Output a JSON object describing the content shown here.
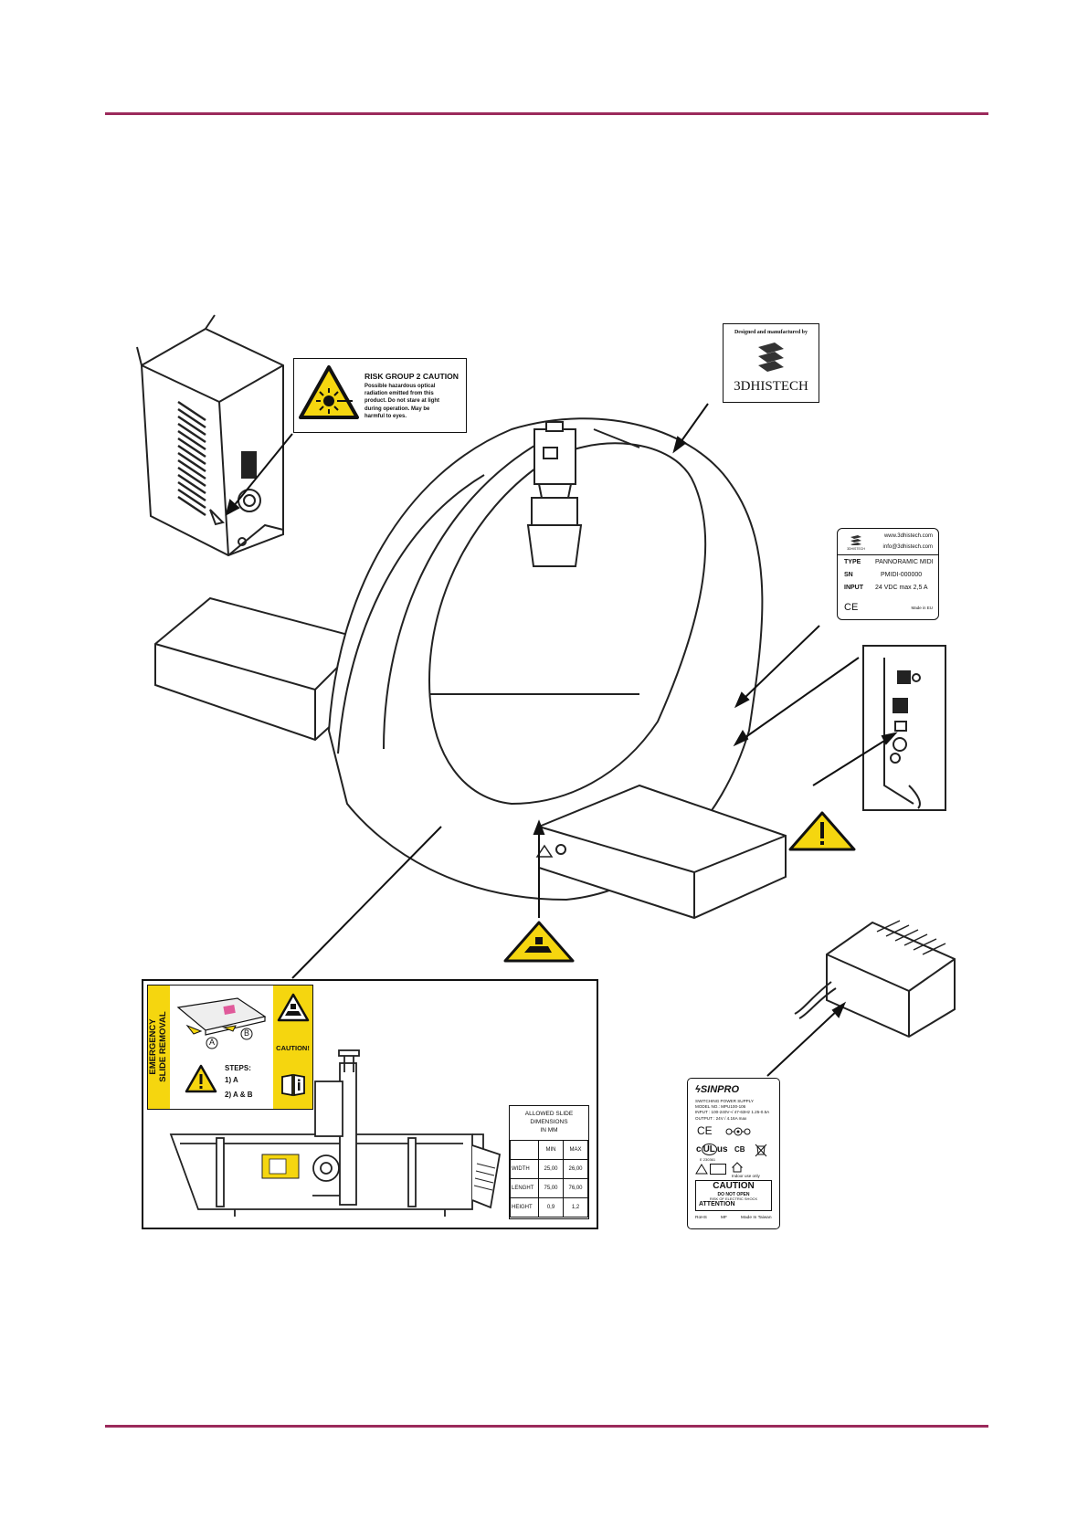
{
  "risk_label": {
    "title": "RISK GROUP 2 CAUTION",
    "lines": [
      "Possible hazardous optical",
      "radiation emitted from this",
      "product. Do not stare at light",
      "during operation. May be",
      "harmful to eyes."
    ]
  },
  "maker_label": {
    "caption": "Designed and manufactured by",
    "brand": "3DHISTECH"
  },
  "type_plate": {
    "logo_text": "3DHISTECH",
    "web": "www.3dhistech.com",
    "email": "info@3dhistech.com",
    "rows": [
      {
        "key": "TYPE",
        "value": "PANNORAMIC MIDI"
      },
      {
        "key": "SN",
        "value": "PMIDI-000000"
      },
      {
        "key": "INPUT",
        "value": "24 VDC max 2,5 A"
      }
    ],
    "ce": "CE",
    "origin": "Made in EU"
  },
  "emergency_label": {
    "title_line1": "EMERGENCY",
    "title_line2": "SLIDE REMOVAL",
    "marker_a": "A",
    "marker_b": "B",
    "steps_title": "STEPS:",
    "step1": "1) A",
    "step2": "2) A & B",
    "caution": "CAUTION!"
  },
  "slide_table": {
    "title_lines": [
      "ALLOWED SLIDE",
      "DIMENSIONS",
      "IN MM"
    ],
    "headers": [
      "",
      "MIN",
      "MAX"
    ],
    "rows": [
      [
        "WIDTH",
        "25,00",
        "26,00"
      ],
      [
        "LENGHT",
        "75,00",
        "76,00"
      ],
      [
        "HEIGHT",
        "0,9",
        "1,2"
      ]
    ]
  },
  "psu_label": {
    "brand": "SINPRO",
    "lines": [
      "SWITCHING POWER SUPPLY",
      "MODEL NO.: MPU100-106",
      "INPUT : 100-240V~/ 47-63Hz 1.25-0.5A",
      "OUTPUT : 24V / 4.16A max"
    ],
    "ce": "CE",
    "cb": "CB",
    "indoor": "Indoor use only",
    "ul": "E 230361",
    "caution": "CAUTION",
    "do_not_open": "DO NOT OPEN",
    "shock": "RISK OF ELECTRIC SHOCK",
    "attention": "ATTENTION",
    "footer": [
      "RoHS",
      "MF",
      "Made In Taiwan"
    ]
  },
  "colors": {
    "rule": "#9b2a5b",
    "warning_yellow": "#f5d60f"
  }
}
